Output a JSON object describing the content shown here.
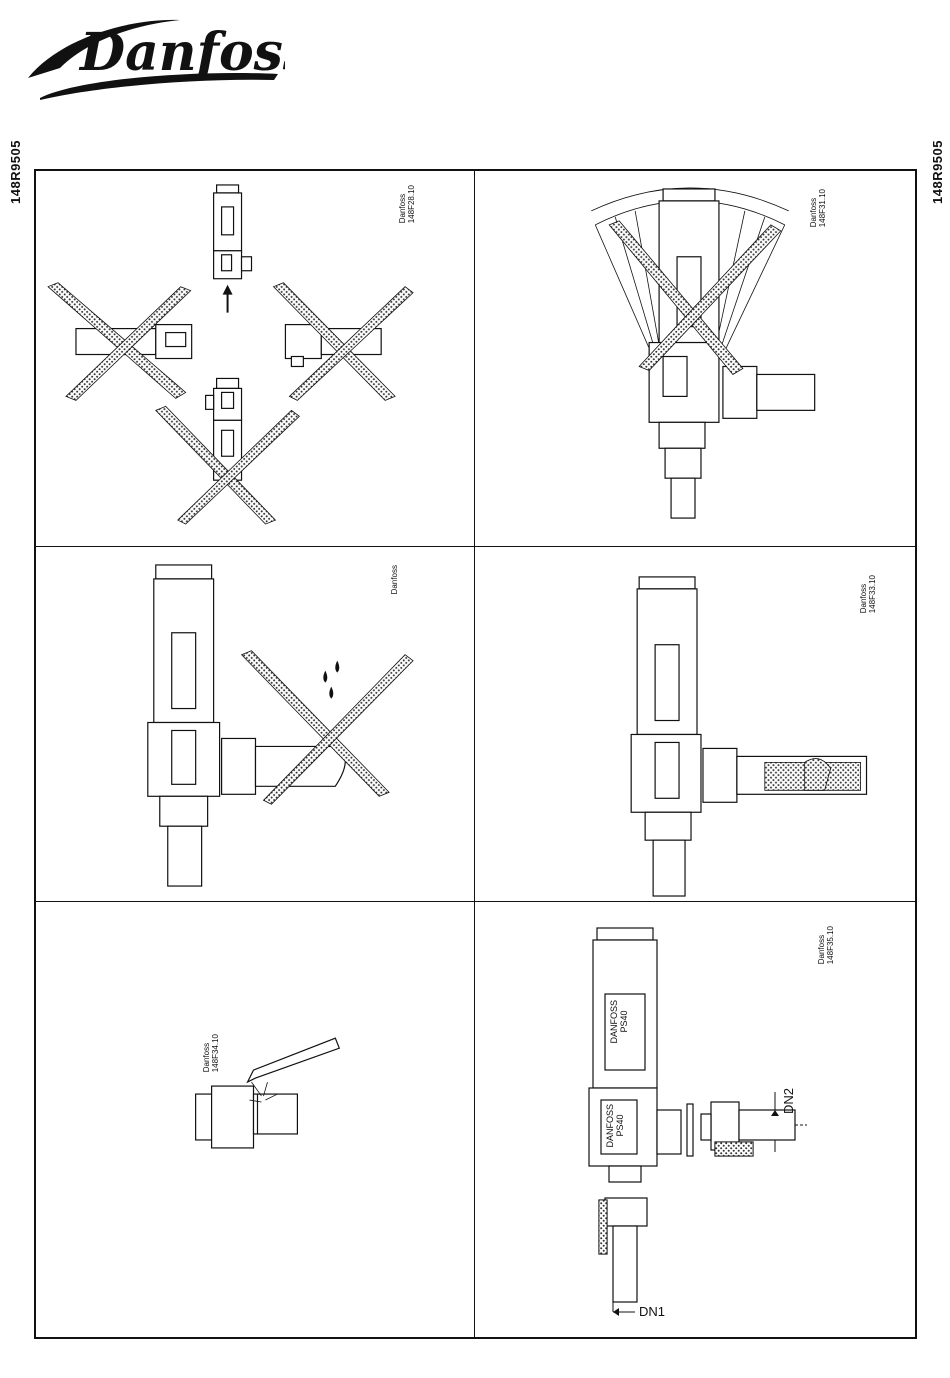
{
  "header": {
    "brand": "Danfoss",
    "document_code": "148R9505"
  },
  "figures": [
    {
      "id": 1,
      "caption_brand": "Danfoss",
      "caption_code": "148F28.10"
    },
    {
      "id": 2,
      "caption_brand": "Danfoss",
      "caption_code": "148F31.10"
    },
    {
      "id": 3,
      "caption_brand": "Danfoss",
      "caption_code": ""
    },
    {
      "id": 4,
      "caption_brand": "Danfoss",
      "caption_code": "148F33.10"
    },
    {
      "id": 5,
      "caption_brand": "Danfoss",
      "caption_code": "148F34.10"
    },
    {
      "id": 6,
      "caption_brand": "Danfoss",
      "caption_code": "148F35.10",
      "body_label_top": [
        "DANFOSS",
        "PS40"
      ],
      "body_label_bottom": [
        "DANFOSS",
        "PS40"
      ],
      "dim_outlet": "DN2",
      "dim_inlet": "DN1"
    }
  ],
  "colors": {
    "ink": "#111111",
    "hatch": "#555555",
    "paper": "#ffffff"
  }
}
